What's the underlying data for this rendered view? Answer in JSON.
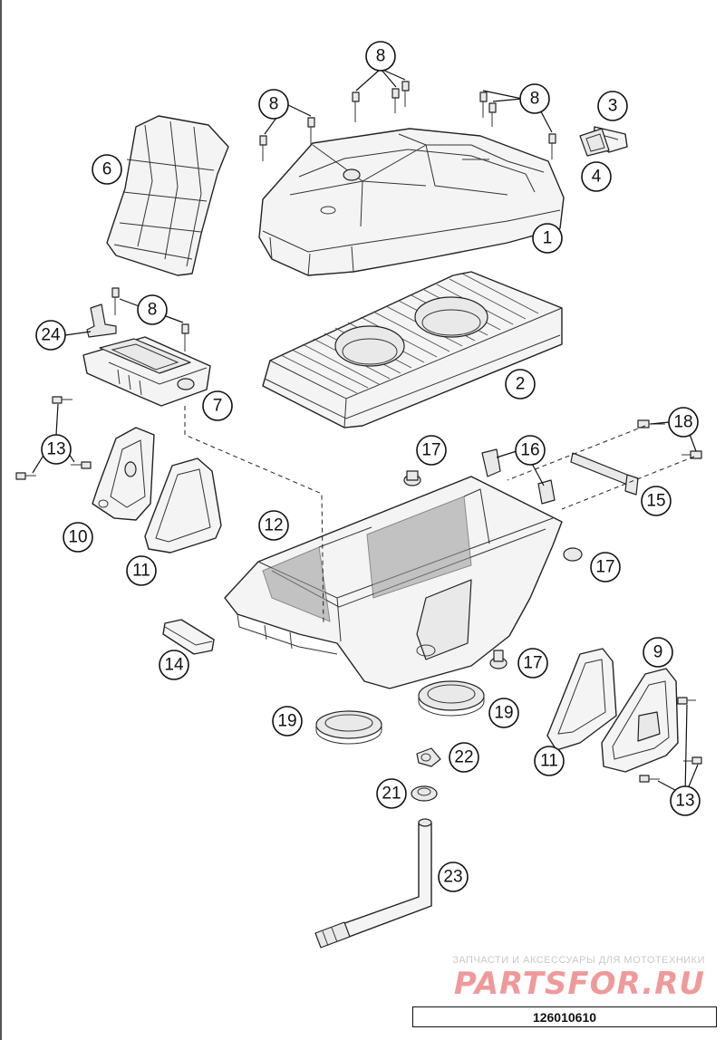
{
  "diagram": {
    "callouts": {
      "c1": "1",
      "c2": "2",
      "c3": "3",
      "c4": "4",
      "c6": "6",
      "c7": "7",
      "c8a": "8",
      "c8b": "8",
      "c8c": "8",
      "c8d": "8",
      "c9": "9",
      "c10": "10",
      "c11a": "11",
      "c11b": "11",
      "c12": "12",
      "c13a": "13",
      "c13b": "13",
      "c14": "14",
      "c15": "15",
      "c16": "16",
      "c17a": "17",
      "c17b": "17",
      "c17c": "17",
      "c18": "18",
      "c19a": "19",
      "c19b": "19",
      "c21": "21",
      "c22": "22",
      "c23": "23",
      "c24": "24"
    }
  },
  "watermark": {
    "caption": "ЗАПЧАСТИ И АКСЕССУАРЫ ДЛЯ МОТОТЕХНИКИ",
    "logo": "PARTSFOR.RU"
  },
  "reference": {
    "code": "126010610"
  }
}
